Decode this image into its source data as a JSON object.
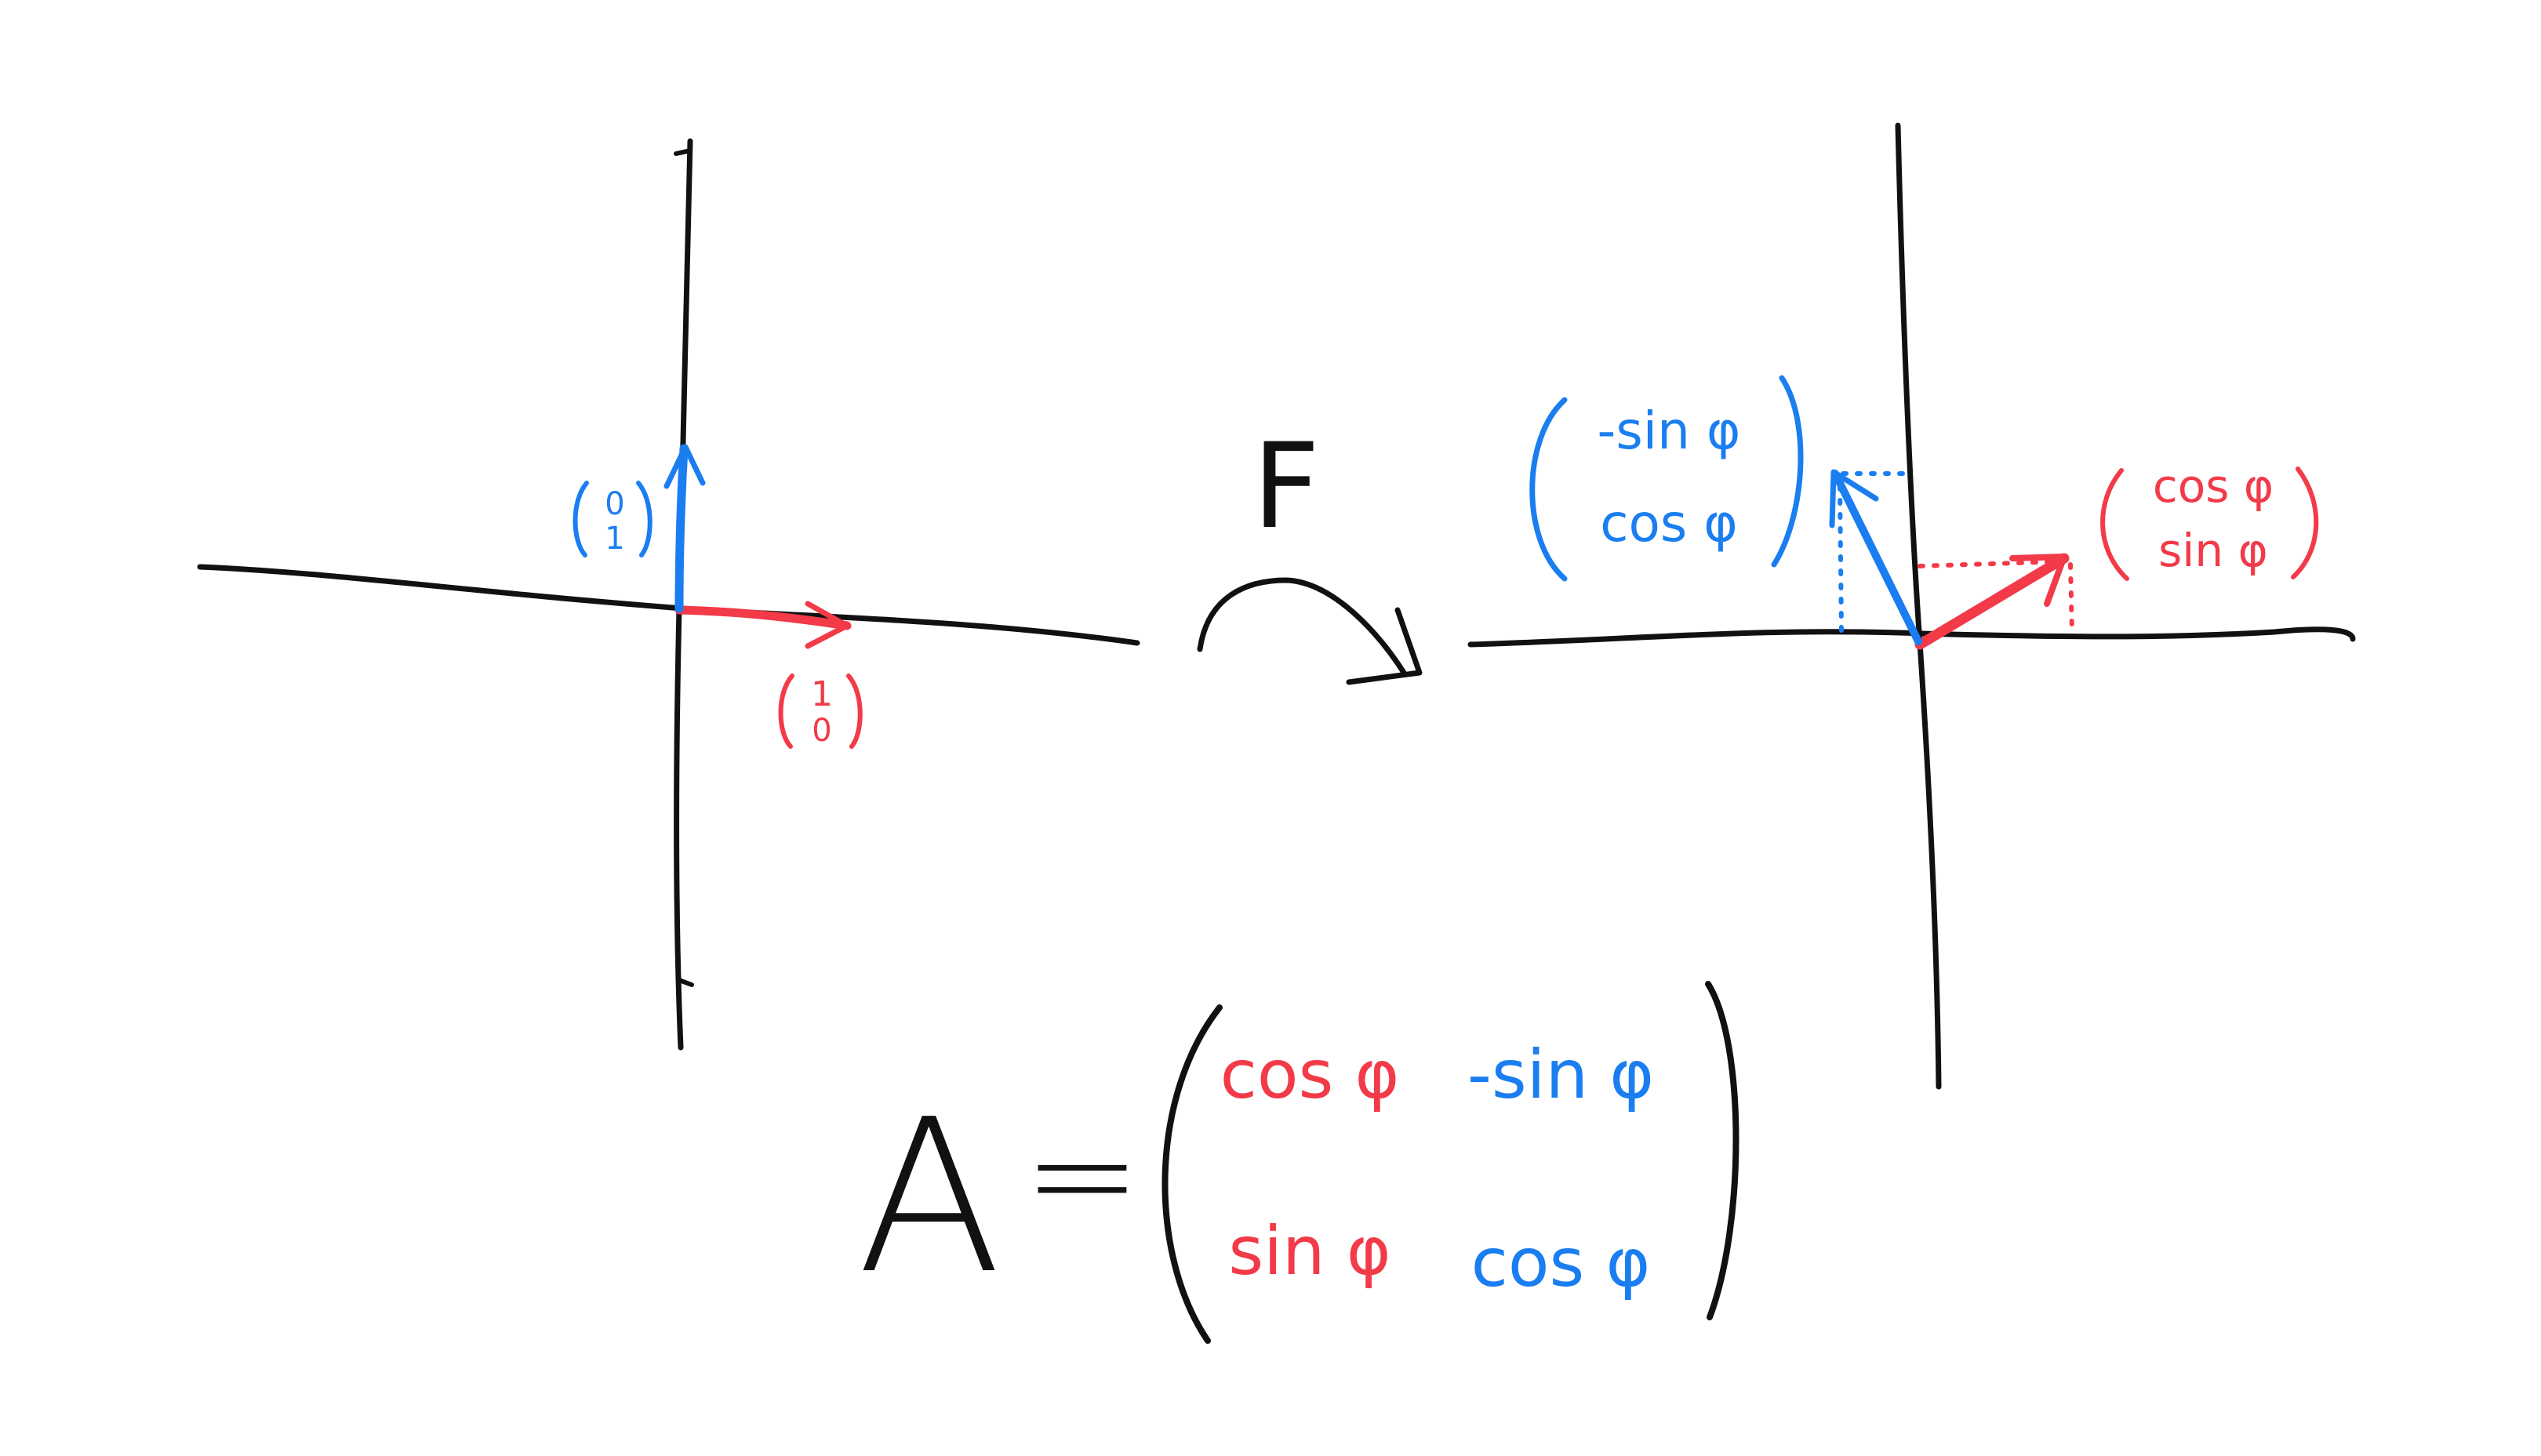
{
  "colors": {
    "ink": "#111111",
    "red": "#f23a48",
    "blue": "#1a7ef0",
    "background": "#ffffff"
  },
  "left_diagram": {
    "e1_label": [
      "1",
      "0"
    ],
    "e2_label": [
      "0",
      "1"
    ]
  },
  "map": {
    "label": "F"
  },
  "right_diagram": {
    "image_e1": [
      "cos φ",
      "sin φ"
    ],
    "image_e2": [
      "-sin φ",
      "cos φ"
    ]
  },
  "matrix": {
    "name": "A",
    "equals": "=",
    "rows": [
      [
        "cos φ",
        "-sin φ"
      ],
      [
        "sin φ",
        "cos φ"
      ]
    ]
  }
}
